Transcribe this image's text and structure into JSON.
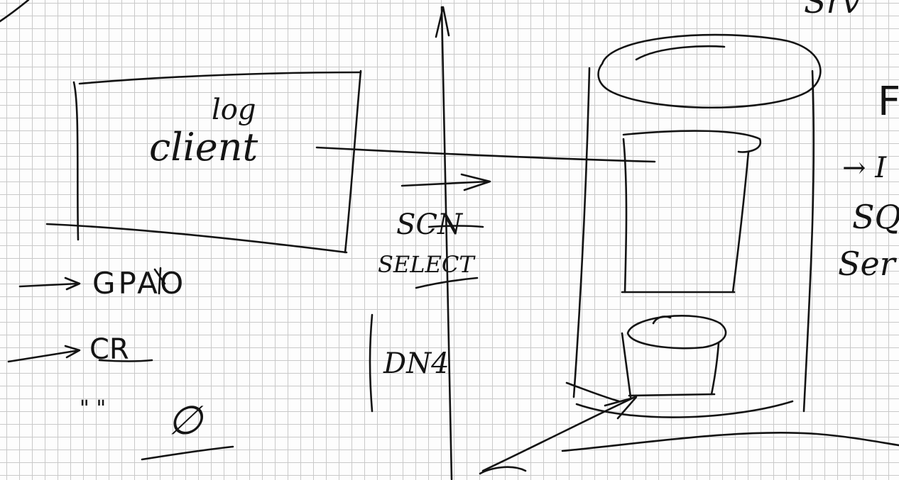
{
  "labels": {
    "client_box_line1": "log",
    "client_box_line2": "client",
    "arrow_label_1": "SCN",
    "arrow_label_2": "SELECT",
    "left_item_1": "GPAO",
    "left_item_2": "CR",
    "left_item_3": "\" \"",
    "left_item_3_symbol": "∅",
    "mid_label": "DN4",
    "right_1": "Srv",
    "right_2": "F",
    "right_3": "→ I",
    "right_4": "SQ",
    "right_5": "Ser"
  },
  "colors": {
    "ink": "#141414",
    "grid": "#c9c9c9",
    "paper": "#fdfdfd"
  }
}
